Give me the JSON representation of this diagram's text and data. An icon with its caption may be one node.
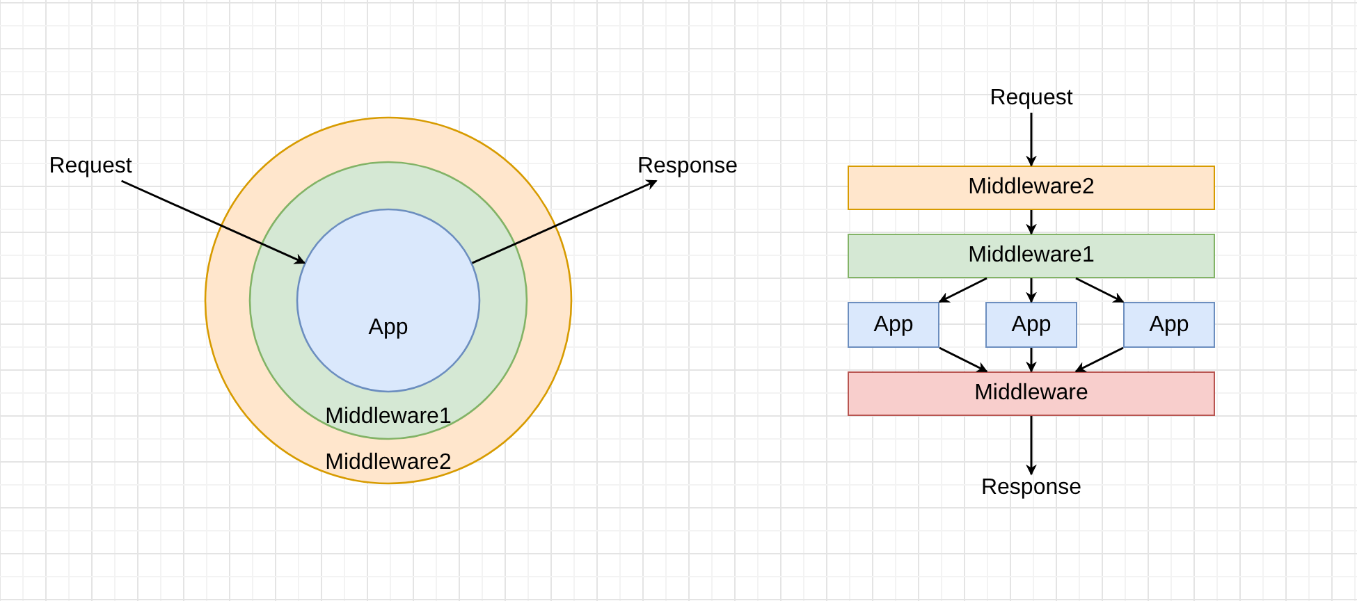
{
  "diagram": {
    "nodes": [
      {
        "text": [
          "Request"
        ]
      },
      {
        "text": [
          "Middleware2"
        ]
      },
      {
        "text": [
          "Middleware1"
        ],
        "in": 1
      },
      {
        "text": [
          "App"
        ],
        "in": 2
      },
      {
        "text": [
          "Response"
        ]
      },
      {
        "text": [
          "Request"
        ]
      },
      {
        "text": [
          "Middleware2"
        ]
      },
      {
        "text": [
          "Middleware1"
        ]
      },
      {
        "text": [
          "App"
        ]
      },
      {
        "text": [
          "App"
        ]
      },
      {
        "text": [
          "App"
        ]
      },
      {
        "text": [
          "Middleware"
        ]
      },
      {
        "text": [
          "Response"
        ]
      }
    ],
    "edges": [
      {
        "from": 0,
        "to": 3,
        "arrow": "to"
      },
      {
        "from": 3,
        "to": 4,
        "arrow": "to"
      },
      {
        "from": 5,
        "to": 6,
        "arrow": "to"
      },
      {
        "from": 6,
        "to": 7,
        "arrow": "to"
      },
      {
        "from": 7,
        "to": 8,
        "arrow": "to"
      },
      {
        "from": 7,
        "to": 9,
        "arrow": "to"
      },
      {
        "from": 7,
        "to": 10,
        "arrow": "to"
      },
      {
        "from": 8,
        "to": 11,
        "arrow": "to"
      },
      {
        "from": 9,
        "to": 11,
        "arrow": "to"
      },
      {
        "from": 10,
        "to": 11,
        "arrow": "to"
      },
      {
        "from": 11,
        "to": 12,
        "arrow": "to"
      }
    ]
  }
}
